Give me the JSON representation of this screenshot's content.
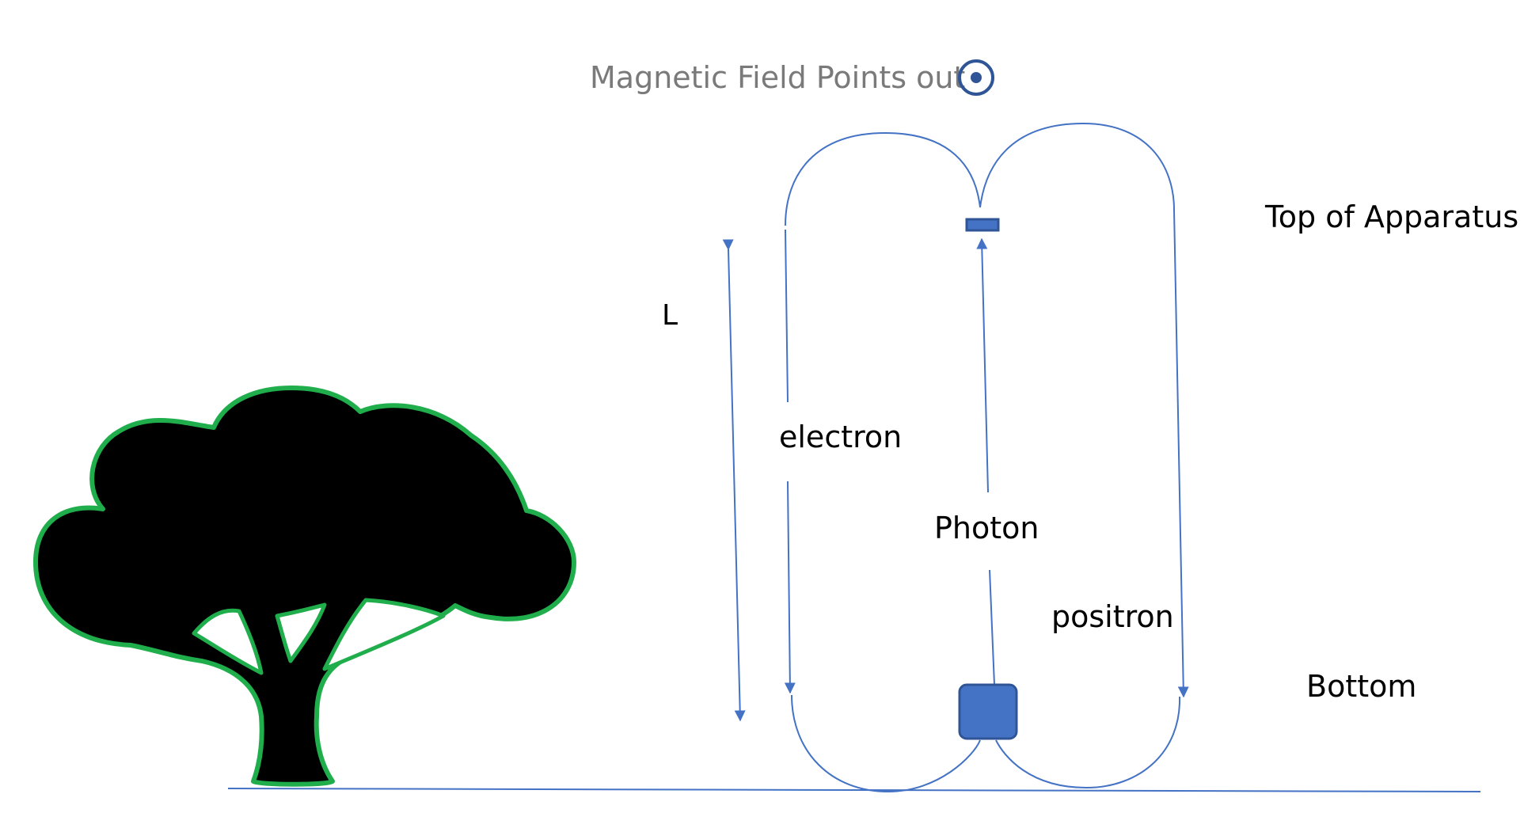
{
  "title": "Magnetic Field Points out",
  "labels": {
    "length": "L",
    "electron": "electron",
    "photon": "Photon",
    "positron": "positron",
    "top": "Top of Apparatus",
    "bottom": "Bottom"
  },
  "icons": {
    "field_symbol": "dot-in-circle-icon",
    "tree": "tree-icon",
    "source": "photon-source-box",
    "target": "collision-plate"
  },
  "colors": {
    "line": "#4472c4",
    "title_text": "#7a7a7a",
    "text": "#000000",
    "tree_fill": "#000000",
    "tree_outline": "#1fae4b",
    "box_fill": "#4472c4",
    "box_stroke": "#2f5597"
  }
}
